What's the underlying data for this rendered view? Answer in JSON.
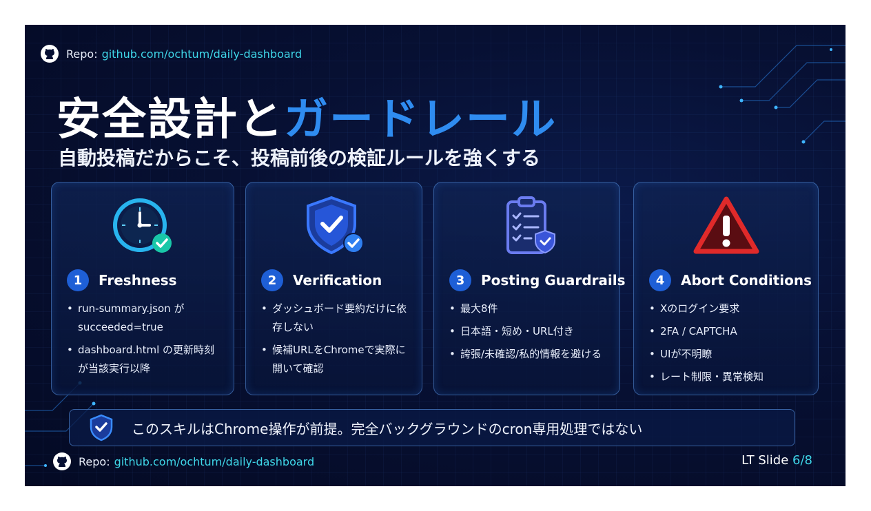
{
  "repo": {
    "label": "Repo:",
    "url": "github.com/ochtum/daily-dashboard"
  },
  "title": {
    "main": "安全設計と",
    "accent": "ガードレール"
  },
  "subtitle": "自動投稿だからこそ、投稿前後の検証ルールを強くする",
  "cards": [
    {
      "number": "1",
      "title": "Freshness",
      "icon": "clock-check-icon",
      "bullets": [
        "run-summary.json が succeeded=true",
        "dashboard.html の更新時刻が当該実行以降"
      ]
    },
    {
      "number": "2",
      "title": "Verification",
      "icon": "shield-check-icon",
      "bullets": [
        "ダッシュボード要約だけに依存しない",
        "候補URLをChromeで実際に開いて確認"
      ]
    },
    {
      "number": "3",
      "title": "Posting Guardrails",
      "icon": "clipboard-checklist-icon",
      "bullets": [
        "最大8件",
        "日本語・短め・URL付き",
        "誇張/未確認/私的情報を避ける"
      ]
    },
    {
      "number": "4",
      "title": "Abort Conditions",
      "icon": "warning-triangle-icon",
      "bullets": [
        "Xのログイン要求",
        "2FA / CAPTCHA",
        "UIが不明瞭",
        "レート制限・異常検知"
      ]
    }
  ],
  "banner": {
    "icon": "shield-check-icon",
    "text": "このスキルはChrome操作が前提。完全バックグラウンドのcron専用処理ではない"
  },
  "footer": {
    "repo_label": "Repo:",
    "repo_url": "github.com/ochtum/daily-dashboard",
    "slide_prefix": "LT Slide",
    "slide_current": "6/8"
  },
  "colors": {
    "accent_blue": "#2f8cf0",
    "accent_cyan": "#3fd6e8",
    "danger_red": "#e02a2a",
    "background": "#071033"
  }
}
